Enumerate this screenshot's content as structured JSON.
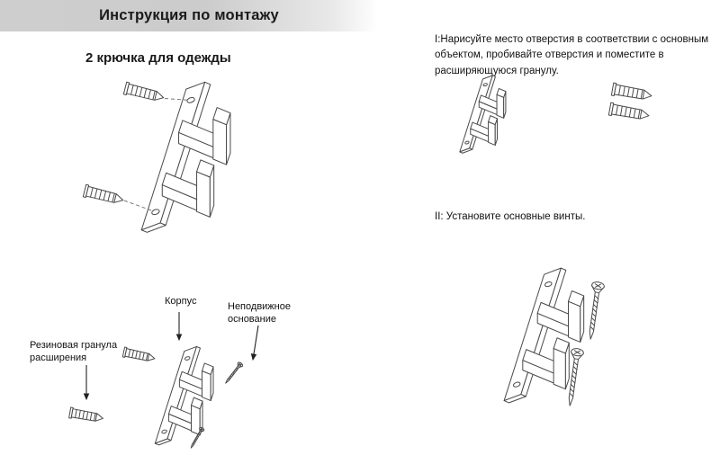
{
  "page": {
    "title_bar": "Инструкция по монтажу",
    "subtitle": "2 крючка для одежды"
  },
  "steps": {
    "step1": "I:Нарисуйте место отверстия в соответствии с основным объектом, пробивайте отверстия и поместите в расширяющуюся гранулу.",
    "step2": "II: Установите основные винты."
  },
  "part_labels": {
    "body": "Корпус",
    "fixed_base": "Неподвижное основание",
    "expansion_granule": "Резиновая гранула расширения"
  },
  "diagram_parts": {
    "assembly": "plate-with-two-hooks",
    "anchor": "expansion-wall-plug",
    "screw": "mounting-screw"
  },
  "colors": {
    "line": "#4a4a4a",
    "header_bg": "#cccccc",
    "text": "#1a1a1a",
    "background": "#ffffff"
  }
}
